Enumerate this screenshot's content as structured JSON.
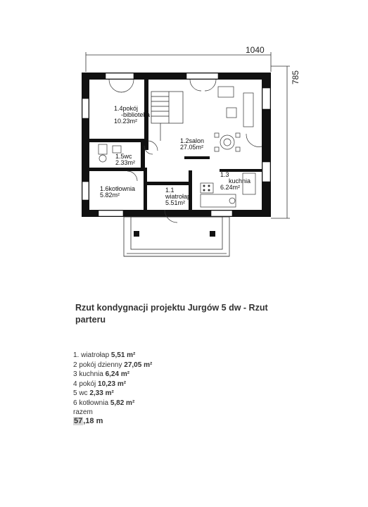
{
  "plan": {
    "dim_width": "1040",
    "dim_height": "785",
    "rooms": [
      {
        "id": "r14",
        "num": "1.4",
        "name": "pokój",
        "sub": "-biblioteka",
        "area": "10.23m²"
      },
      {
        "id": "r12",
        "num": "1.2",
        "name": "salon",
        "sub": "",
        "area": "27.05m²"
      },
      {
        "id": "r15",
        "num": "1.5",
        "name": "wc",
        "sub": "",
        "area": "2.33m²"
      },
      {
        "id": "r13",
        "num": "1.3",
        "name": "kuchnia",
        "sub": "",
        "area": "6.24m²"
      },
      {
        "id": "r16",
        "num": "1.6",
        "name": "kotłownia",
        "sub": "",
        "area": "5.82m²"
      },
      {
        "id": "r11",
        "num": "1.1",
        "name": "wiatrołap",
        "sub": "",
        "area": "5.51m²"
      }
    ]
  },
  "caption": {
    "title": "Rzut kondygnacji projektu Jurgów 5 dw - Rzut parteru"
  },
  "rooms_list": [
    {
      "label": "1.  wiatrołap ",
      "value": "5,51 m²"
    },
    {
      "label": "2 pokój dzienny ",
      "value": "27,05 m²"
    },
    {
      "label": "3 kuchnia ",
      "value": "6,24 m²"
    },
    {
      "label": "4 pokój ",
      "value": "10,23 m²"
    },
    {
      "label": "5 wc ",
      "value": "2,33 m²"
    },
    {
      "label": "6 kotłownia ",
      "value": "5,82 m²"
    }
  ],
  "total": {
    "label": "razem",
    "value_prefix": "57",
    "value_suffix": ",18 m"
  }
}
